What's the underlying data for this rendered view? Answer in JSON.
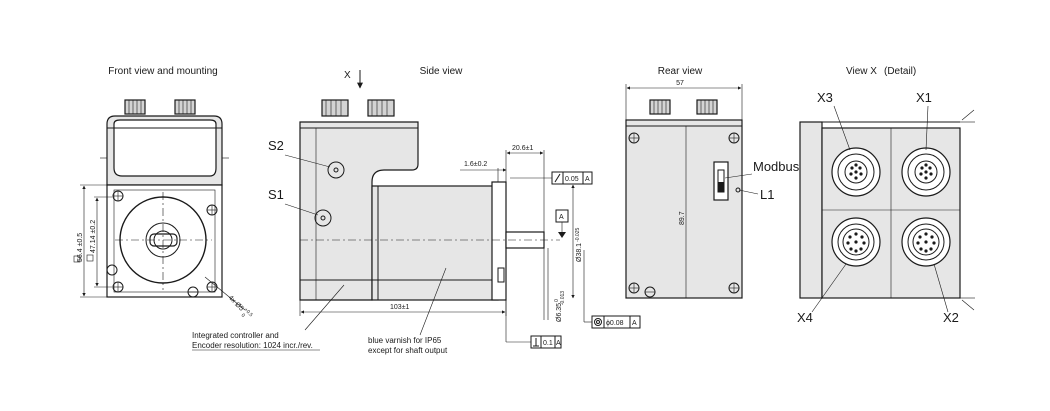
{
  "views": {
    "front": "Front view and mounting",
    "side": "Side view",
    "rear": "Rear view",
    "detail": "View X",
    "detail_suffix": "(Detail)"
  },
  "arrow_label": "X",
  "front": {
    "dim_outer": "56.4",
    "dim_outer_tol": "±0.5",
    "dim_inner": "47.14",
    "dim_inner_tol": "±0.2",
    "holes": "4x Ø5",
    "holes_tol_up": "+0.5",
    "holes_tol_lo": "0"
  },
  "side": {
    "s1": "S1",
    "s2": "S2",
    "dim_20_6": "20.6",
    "dim_20_6_tol": "±1",
    "dim_1_6": "1.6",
    "dim_1_6_tol": "±0.2",
    "dim_103": "103",
    "dim_103_tol": "±1",
    "shaft_dia": "Ø38.1",
    "shaft_dia_tol": "-0.025",
    "shaft_small": "Ø6.35",
    "shaft_small_tol_up": "0",
    "shaft_small_tol_lo": "-0.013",
    "tol_flat": "0.05",
    "tol_flat_ref": "A",
    "datum": "A",
    "tol_conc": "ϕ0.08",
    "tol_conc_ref": "A",
    "tol_perp": "0.1",
    "tol_perp_ref": "A"
  },
  "notes": {
    "note1_line1": "Integrated controller and",
    "note1_line2": "Encoder resolution: 1024 incr./rev.",
    "note2_line1": "blue varnish for IP65",
    "note2_line2": "except for shaft output"
  },
  "rear": {
    "width": "57",
    "height": "89.7",
    "modbus": "Modbus",
    "l1": "L1"
  },
  "detail": {
    "x1": "X1",
    "x2": "X2",
    "x3": "X3",
    "x4": "X4"
  }
}
